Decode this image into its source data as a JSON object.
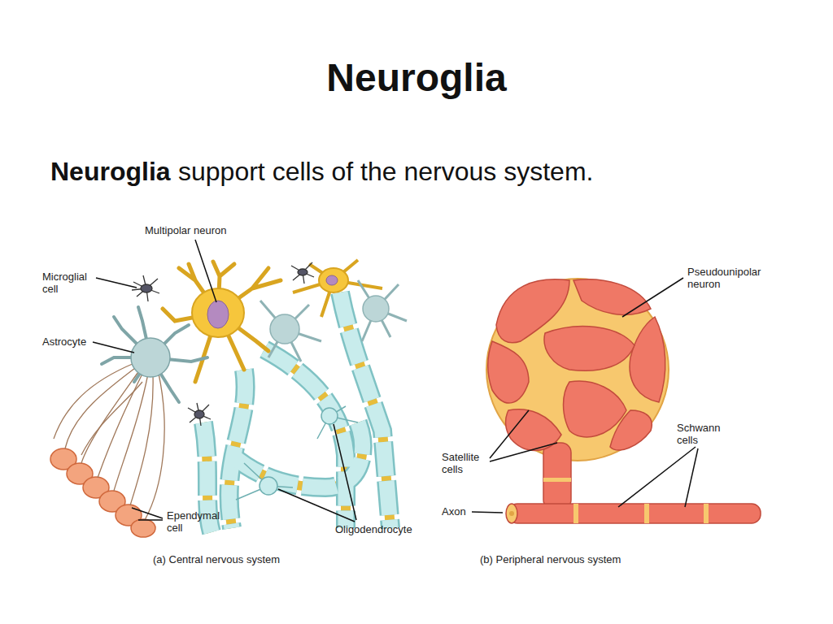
{
  "diagram": {
    "title": "Neuroglia",
    "labels": [
      "Neuroglia",
      "support cells of the nervous system.",
      "Multipolar neuron",
      "Microglial cell",
      "Astrocyte",
      "Ependymal cell",
      "Oligodendrocyte",
      "(a) Central nervous system",
      "Pseudounipolar neuron",
      "Satellite cells",
      "Schwann cells",
      "Axon",
      "(b) Peripheral nervous system"
    ]
  }
}
